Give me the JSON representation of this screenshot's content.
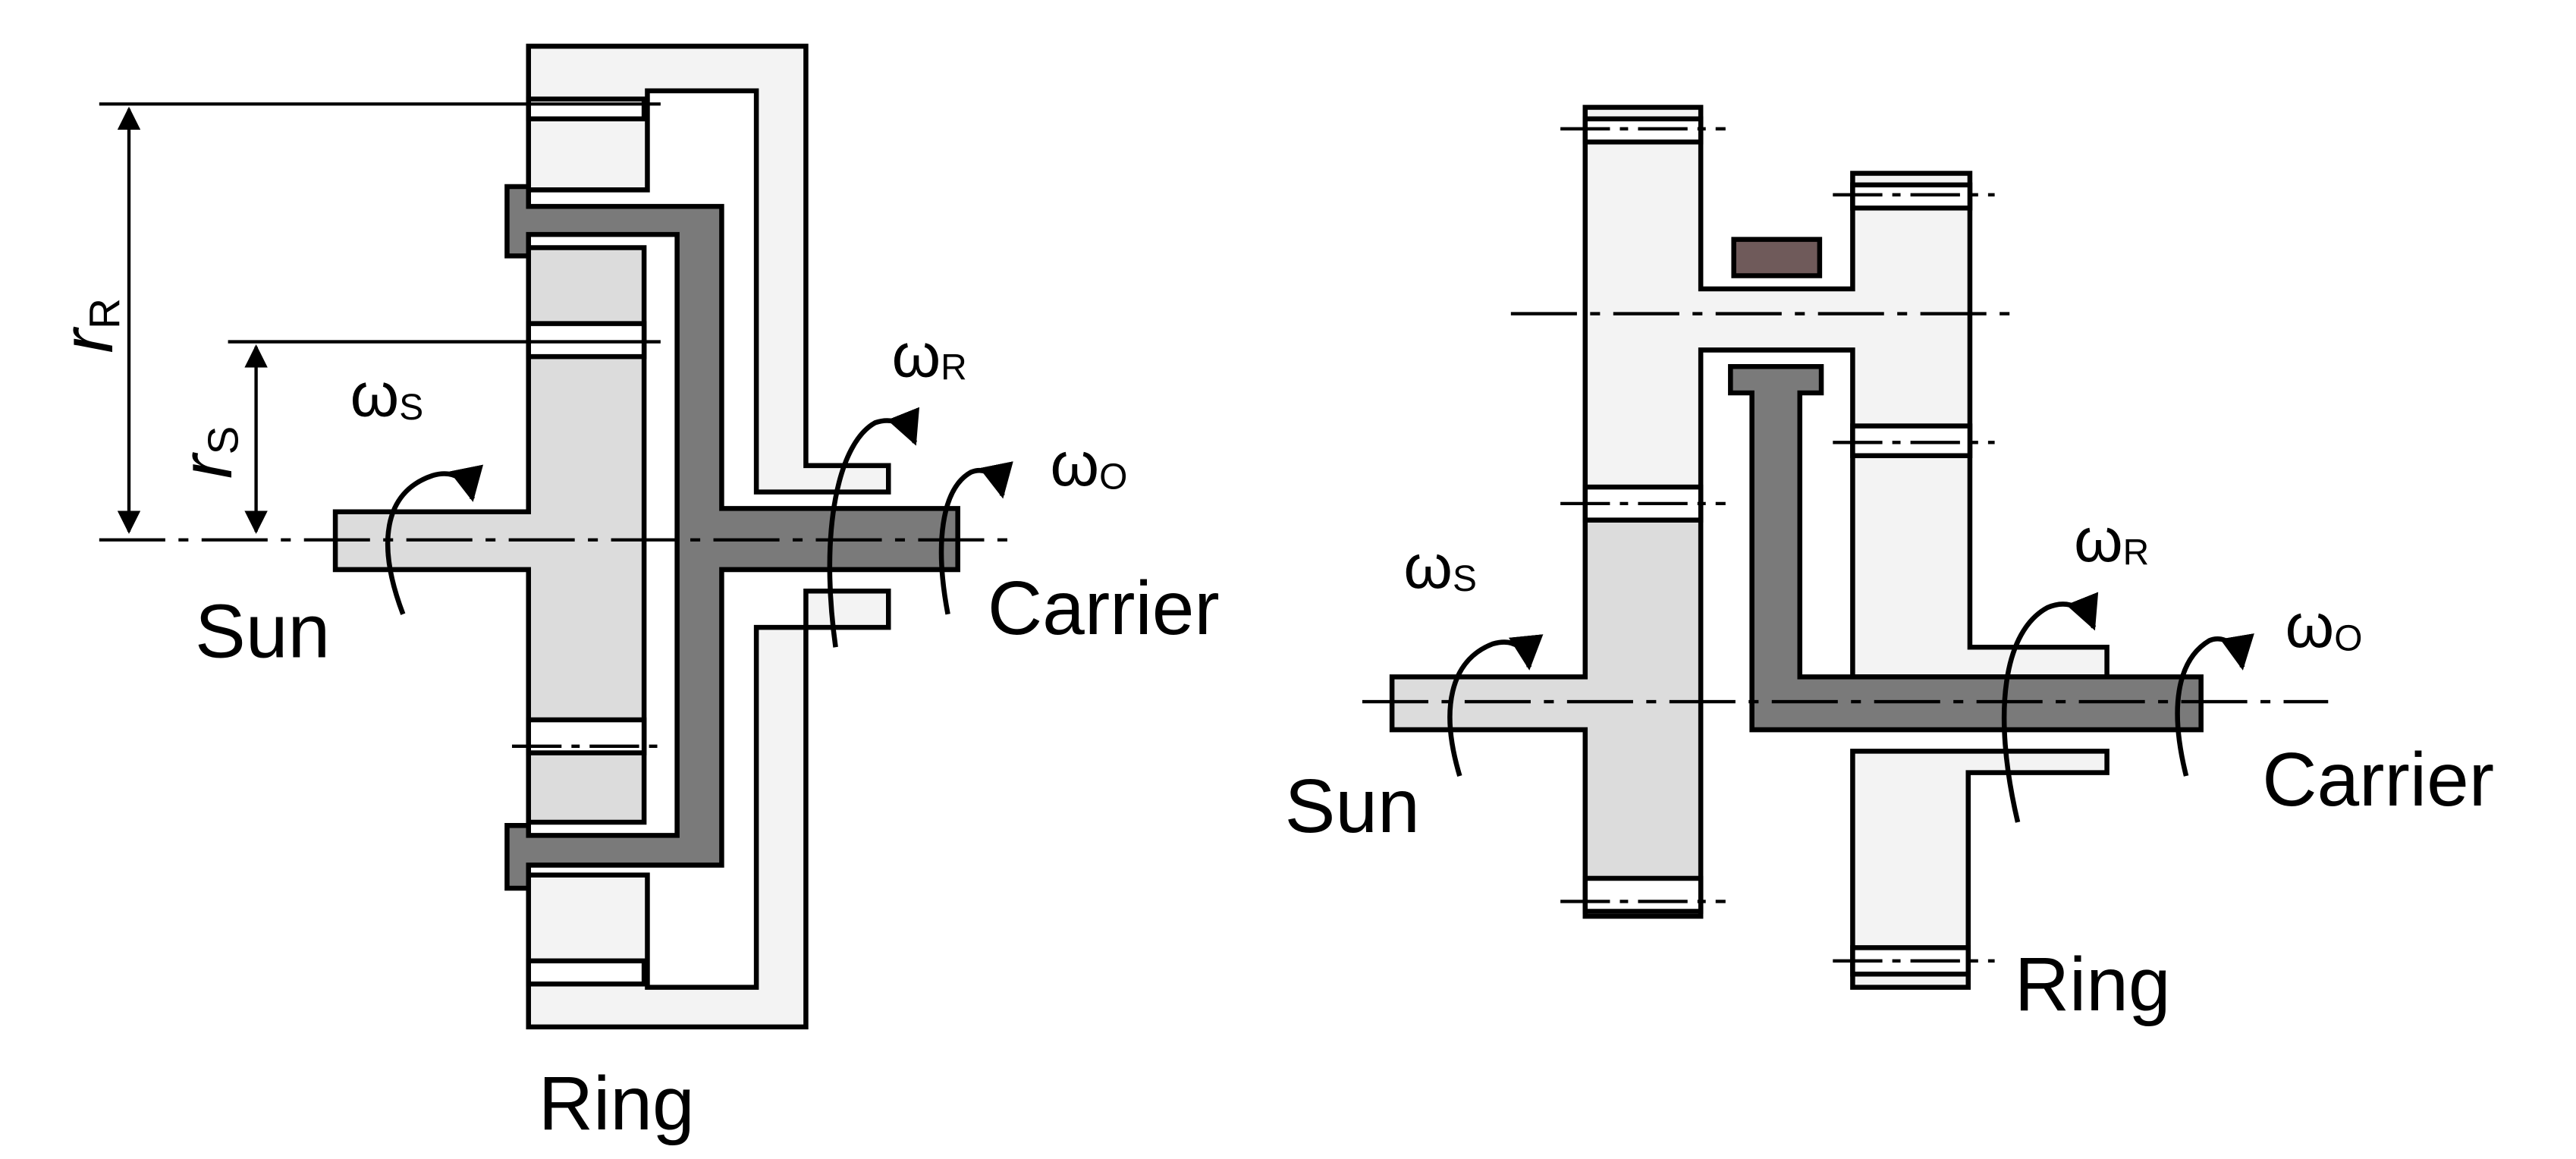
{
  "colors": {
    "outline": "#000000",
    "sun_fill": "#dcdcdc",
    "ring_fill": "#f3f3f3",
    "carrier_fill": "#7a7a7a",
    "planet_pin_fill": "#6f5a5a",
    "background": "#ffffff"
  },
  "left": {
    "sun_label": "Sun",
    "carrier_label": "Carrier",
    "ring_label": "Ring",
    "omega_symbol": "ω",
    "omega_s_sub": "S",
    "omega_r_sub": "R",
    "omega_o_sub": "O",
    "r_symbol": "r",
    "r_r_sub": "R",
    "r_s_sub": "S"
  },
  "right": {
    "sun_label": "Sun",
    "carrier_label": "Carrier",
    "ring_label": "Ring",
    "omega_symbol": "ω",
    "omega_s_sub": "S",
    "omega_r_sub": "R",
    "omega_o_sub": "O"
  }
}
